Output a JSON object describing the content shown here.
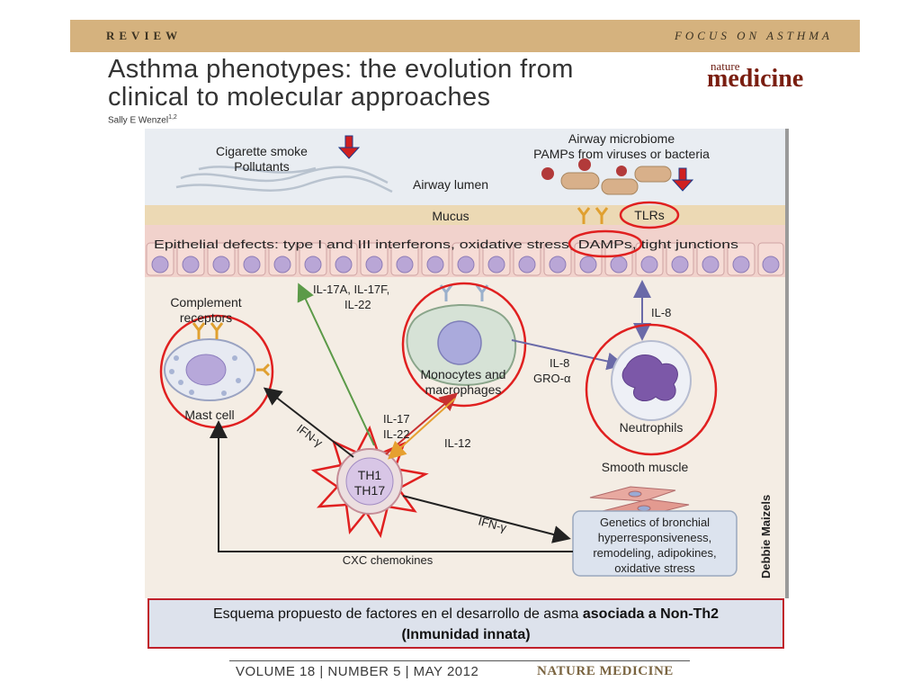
{
  "header": {
    "section": "REVIEW",
    "focus": "FOCUS ON ASTHMA",
    "title_line1": "Asthma phenotypes: the evolution from",
    "title_line2": "clinical to molecular approaches",
    "author": "Sally E Wenzel",
    "author_sup": "1,2",
    "journal_small": "nature",
    "journal_big": "medicine"
  },
  "diagram": {
    "cigarette_smoke": "Cigarette smoke",
    "pollutants": "Pollutants",
    "airway_microbiome": "Airway microbiome",
    "pamps": "PAMPs from viruses or bacteria",
    "airway_lumen": "Airway lumen",
    "mucus": "Mucus",
    "tlrs": "TLRs",
    "epithelial": "Epithelial defects: type I and III interferons, oxidative stress, DAMPs, tight junctions",
    "il17a": "IL-17A, IL-17F,",
    "il22a": "IL-22",
    "complement1": "Complement",
    "complement2": "receptors",
    "mast_cell": "Mast cell",
    "monocytes1": "Monocytes and",
    "monocytes2": "macrophages",
    "il8_top": "IL-8",
    "il8_mid": "IL-8",
    "gro": "GRO-α",
    "neutrophils": "Neutrophils",
    "ifn_left": "IFN-γ",
    "il17": "IL-17",
    "il22b": "IL-22",
    "il12": "IL-12",
    "th1": "TH1",
    "th17": "TH17",
    "smooth_muscle": "Smooth muscle",
    "ifn_right": "IFN-γ",
    "genetics1": "Genetics of bronchial",
    "genetics2": "hyperresponsiveness,",
    "genetics3": "remodeling, adipokines,",
    "genetics4": "oxidative stress",
    "cxc": "CXC chemokines",
    "credit": "Debbie Maizels"
  },
  "caption": {
    "text_normal": "Esquema propuesto de factores en el desarrollo de asma ",
    "text_bold": "asociada a Non-Th2",
    "line2": "(Inmunidad innata)"
  },
  "footer": {
    "issue": "VOLUME 18 | NUMBER 5 | MAY 2012",
    "journal": "NATURE MEDICINE"
  },
  "colors": {
    "banner": "#d5b27e",
    "highlight_red": "#e02020",
    "arrow_green": "#5b9a48",
    "arrow_purple": "#6a6aa8",
    "caption_border": "#c0202a"
  }
}
